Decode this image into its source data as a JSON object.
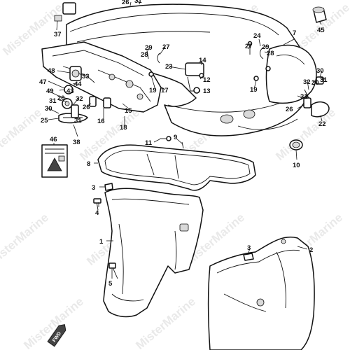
{
  "watermark": "MisterMarine",
  "fwd_badge": "FWD",
  "callouts": [
    {
      "id": "c1",
      "text": "1"
    },
    {
      "id": "c2",
      "text": "2"
    },
    {
      "id": "c3a",
      "text": "3"
    },
    {
      "id": "c3b",
      "text": "3"
    },
    {
      "id": "c4",
      "text": "4"
    },
    {
      "id": "c5",
      "text": "5"
    },
    {
      "id": "c7",
      "text": "7"
    },
    {
      "id": "c8",
      "text": "8"
    },
    {
      "id": "c9",
      "text": "9"
    },
    {
      "id": "c10",
      "text": "10"
    },
    {
      "id": "c11",
      "text": "11"
    },
    {
      "id": "c12",
      "text": "12"
    },
    {
      "id": "c13",
      "text": "13"
    },
    {
      "id": "c14",
      "text": "14"
    },
    {
      "id": "c15",
      "text": "15"
    },
    {
      "id": "c16",
      "text": "16"
    },
    {
      "id": "c17",
      "text": "17"
    },
    {
      "id": "c18",
      "text": "18"
    },
    {
      "id": "c19a",
      "text": "19"
    },
    {
      "id": "c19b",
      "text": "19"
    },
    {
      "id": "c20a",
      "text": "20"
    },
    {
      "id": "c20b",
      "text": "20"
    },
    {
      "id": "c22",
      "text": "22"
    },
    {
      "id": "c23",
      "text": "23"
    },
    {
      "id": "c24",
      "text": "24"
    },
    {
      "id": "c25",
      "text": "25"
    },
    {
      "id": "c26a",
      "text": "26"
    },
    {
      "id": "c26b",
      "text": "26"
    },
    {
      "id": "c26c",
      "text": "26"
    },
    {
      "id": "c27a",
      "text": "27"
    },
    {
      "id": "c27b",
      "text": "27"
    },
    {
      "id": "c28a",
      "text": "28"
    },
    {
      "id": "c28b",
      "text": "28"
    },
    {
      "id": "c29a",
      "text": "29"
    },
    {
      "id": "c29b",
      "text": "29"
    },
    {
      "id": "c30a",
      "text": "30"
    },
    {
      "id": "c30b",
      "text": "30"
    },
    {
      "id": "c31a",
      "text": "31"
    },
    {
      "id": "c31b",
      "text": "31"
    },
    {
      "id": "c31c",
      "text": "31"
    },
    {
      "id": "c31d",
      "text": "31"
    },
    {
      "id": "c31e",
      "text": "31"
    },
    {
      "id": "c32a",
      "text": "32"
    },
    {
      "id": "c32b",
      "text": "32"
    },
    {
      "id": "c33",
      "text": "33"
    },
    {
      "id": "c37",
      "text": "37"
    },
    {
      "id": "c38",
      "text": "38"
    },
    {
      "id": "c43",
      "text": "43"
    },
    {
      "id": "c44",
      "text": "44"
    },
    {
      "id": "c45",
      "text": "45"
    },
    {
      "id": "c46",
      "text": "46"
    },
    {
      "id": "c47",
      "text": "47"
    },
    {
      "id": "c48",
      "text": "48"
    },
    {
      "id": "c49",
      "text": "49"
    }
  ]
}
